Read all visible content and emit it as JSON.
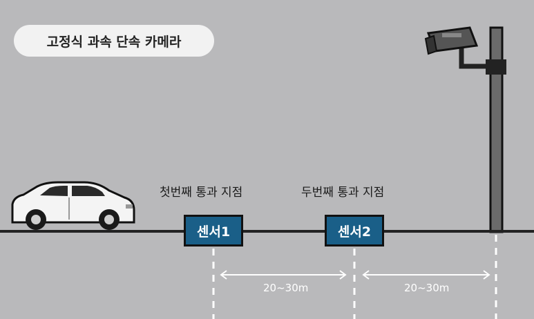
{
  "title": "고정식 과속 단속 카메라",
  "sensors": [
    {
      "label": "센서1",
      "point_label": "첫번째 통과 지점"
    },
    {
      "label": "센서2",
      "point_label": "두번째 통과 지점"
    }
  ],
  "distances": [
    "20~30m",
    "20~30m"
  ],
  "colors": {
    "background": "#b9b9bb",
    "sensor": "#1a5f88",
    "road": "#222222",
    "pole": "#6b6b6b"
  }
}
